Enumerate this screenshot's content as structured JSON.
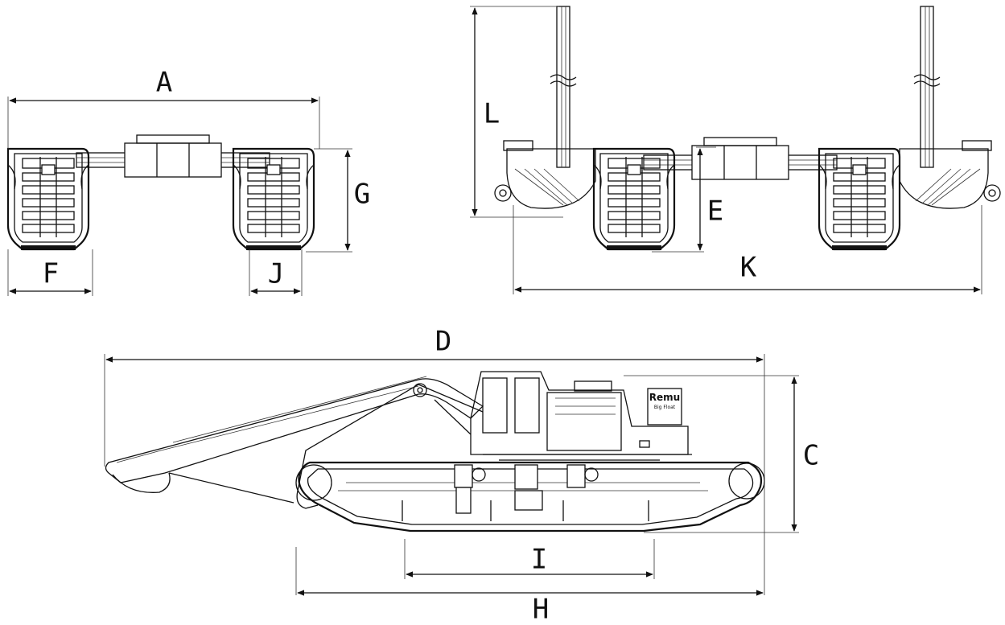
{
  "dimension_labels": {
    "A": "A",
    "C": "C",
    "D": "D",
    "E": "E",
    "F": "F",
    "G": "G",
    "H": "H",
    "I": "I",
    "J": "J",
    "K": "K",
    "L": "L"
  },
  "cabin_brand": {
    "name": "Remu",
    "model": "Big Float"
  }
}
